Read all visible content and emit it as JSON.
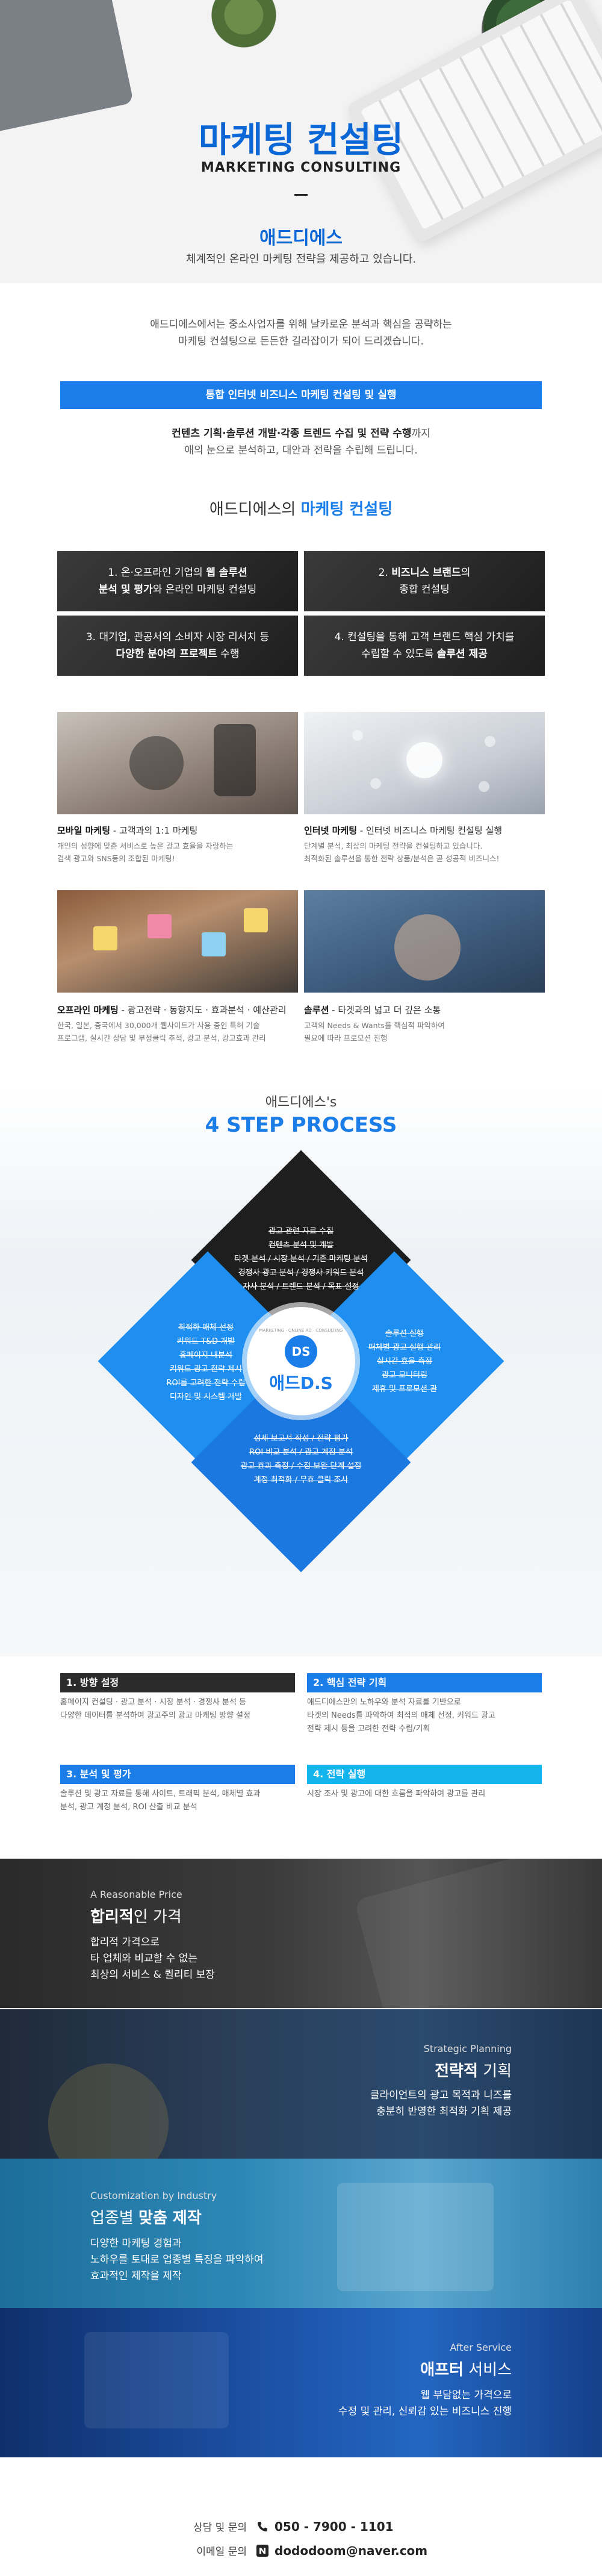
{
  "hero": {
    "title": "마케팅 컨설팅",
    "title_en": "MARKETING CONSULTING",
    "brand": "애드디에스",
    "subtitle": "체계적인 온라인 마케팅 전략을 제공하고 있습니다."
  },
  "intro": {
    "line1": "애드디에스에서는 중소사업자를 위해 날카로운 분석과 핵심을 공략하는",
    "line2": "마케팅 컨설팅으로 든든한 길라잡이가 되어 드리겠습니다.",
    "bar": "통합 인터넷 비즈니스 마케팅 컨설팅 및 실행",
    "line3_bold": "컨텐츠 기획·솔루션 개발·각종 트렌드 수집 및 전략 수행",
    "line3_rest": "까지",
    "line4": "애의 눈으로 분석하고, 대안과 전략을 수립해 드립니다."
  },
  "consulting": {
    "title_prefix": "애드디에스의 ",
    "title_strong": "마케팅 컨설팅",
    "boxes": [
      {
        "line1": "1. 온·오프라인 기업의 ",
        "line1_b": "웹 솔루션",
        "line2_b": "분석 및 평가",
        "line2": "와 온라인 마케팅 컨설팅"
      },
      {
        "line1": "2. ",
        "line1_b": "비즈니스 브랜드",
        "line1_c": "의",
        "line2": "종합 컨설팅"
      },
      {
        "line1": "3. 대기업, 관공서의 소비자 시장 리서치 등",
        "line2_b": "다양한 분야의 프로젝트",
        "line2": " 수행"
      },
      {
        "line1": "4. 컨설팅을 통해 고객 브랜드 핵심 가치를",
        "line2": "수립할 수 있도록 ",
        "line2_b": "솔루션 제공"
      }
    ]
  },
  "services": [
    {
      "title": "모바일 마케팅",
      "title_rest": " - 고객과의 1:1 마케팅",
      "desc1": "개인의 성향에 맞춘 서비스로 높은 광고 효율을 자랑하는",
      "desc2": "검색 광고와 SNS등의 조합된 마케팅!"
    },
    {
      "title": "인터넷 마케팅",
      "title_rest": " - 인터넷 비즈니스 마케팅 컨설팅 실행",
      "desc1": "단계별 분석, 최상의 마케팅 전략을 컨설팅하고 있습니다.",
      "desc2": "최적화된 솔루션을 통한 전략 상품/분석은 곧 성공적 비즈니스!"
    },
    {
      "title": "오프라인 마케팅",
      "title_rest": " - 광고전략 · 동향지도 · 효과분석 · 예산관리",
      "desc1": "한국, 일본, 중국에서 30,000개 웹사이트가 사용 중인 특허 기술",
      "desc2": "프로그램, 실시간 상담 및 부정클릭 추적, 광고 분석, 광고효과 관리"
    },
    {
      "title": "솔루션",
      "title_rest": " - 타겟과의 넓고 더 깊은 소통",
      "desc1": "고객의 Needs & Wants를 핵심적 파악하여",
      "desc2": "필요에 따라 프로모션 진행"
    }
  ],
  "process": {
    "sub": "애드디에스's",
    "title": "4 STEP PROCESS",
    "logo_name": "애드D.S",
    "logo_mark": "DS",
    "logo_tiny": "MARKETING · ONLINE AD · CONSULTING",
    "top": [
      "광고 관련 자료 수집",
      "컨텐츠 분석 및 개발",
      "타겟 분석 / 시장 분석 / 기존 마케팅 분석",
      "경쟁사 광고 분석 / 경쟁사 키워드 분석",
      "자사 분석 / 트렌드 분석 / 목표 설정"
    ],
    "left": [
      "최적화 매체 선정",
      "키워드 T&D 개발",
      "홍페이지 내분석",
      "키워드 광고 전략 제시",
      "ROI를 고려한 전략 수립",
      "디자인 및 시스템 개발"
    ],
    "right": [
      "솔루션 실행",
      "매체별 광고 실행 관리",
      "실시간 효율 측정",
      "광고 모니터링",
      "제휴 및 프로모션 관"
    ],
    "bottom": [
      "성세 보고서 작성 / 전략 평가",
      "ROI 비교 분석 / 광고 계정 분석",
      "광고 효과 측정 / 수정 보완 단계 설정",
      "계정 최적화 / 무효 클릭 조사"
    ]
  },
  "steps": [
    {
      "label": "1. 방향 설정",
      "desc1": "홈페이지 컨설팅 · 광고 분석 · 시장 분석 · 경쟁사 분석 등",
      "desc2": "다양한 데이터를 분석하여 광고주의 광고 마케팅 방향 설정",
      "color": "#2b2b2b"
    },
    {
      "label": "2. 핵심 전략 기획",
      "desc1": "애드디에스만의 노하우와 분석 자료를 기반으로",
      "desc2": "타겟의 Needs를 파악하여 최적의 매체 선정, 키워드 광고",
      "desc3": "전략 제시 등을 고려한 전략 수립/기획",
      "color": "#1a7de8"
    },
    {
      "label": "3. 분석 및 평가",
      "desc1": "솔루션 및 광고 자료를 통해 사이트, 트래픽 분석, 매체별 효과",
      "desc2": "분석, 광고 계정 분석, ROI 산출 비교 분석",
      "color": "#1a7de8"
    },
    {
      "label": "4. 전략 실행",
      "desc1": "시장 조사 및 광고에 대한 흐름을 파악하여 광고를 관리",
      "color": "#14b4ef"
    }
  ],
  "features": [
    {
      "tag": "A Reasonable Price",
      "title_b": "합리적",
      "title_rest": "인 가격",
      "desc1": "합리적 가격으로",
      "desc2": "타 업체와 비교할 수 없는",
      "desc3": "최상의 서비스 & 퀄리티 보장"
    },
    {
      "tag": "Strategic Planning",
      "title_b": "전략적",
      "title_rest": " 기획",
      "desc1": "클라이언트의 광고 목적과 니즈를",
      "desc2": "충분히 반영한 최적화 기획 제공"
    },
    {
      "tag": "Customization by Industry",
      "title_pre": "업종별 ",
      "title_b": "맞춤 제작",
      "desc1": "다양한 마케팅 경험과",
      "desc2": "노하우를 토대로 업종별 특징을 파악하여",
      "desc3": "효과적인 제작을 제작"
    },
    {
      "tag": "After Service",
      "title_b": "애프터",
      "title_rest": " 서비스",
      "desc1": "웹 부담없는 가격으로",
      "desc2": "수정 및 관리, 신뢰감 있는 비즈니스 진행"
    }
  ],
  "contact": {
    "phone_label": "상담 및 문의",
    "phone": "050 - 7900 - 1101",
    "email_label": "이메일 문의",
    "email": "dododoom@naver.com"
  },
  "colors": {
    "accent": "#1a7de8",
    "dark": "#1e1e1e",
    "cyan": "#14b4ef"
  }
}
